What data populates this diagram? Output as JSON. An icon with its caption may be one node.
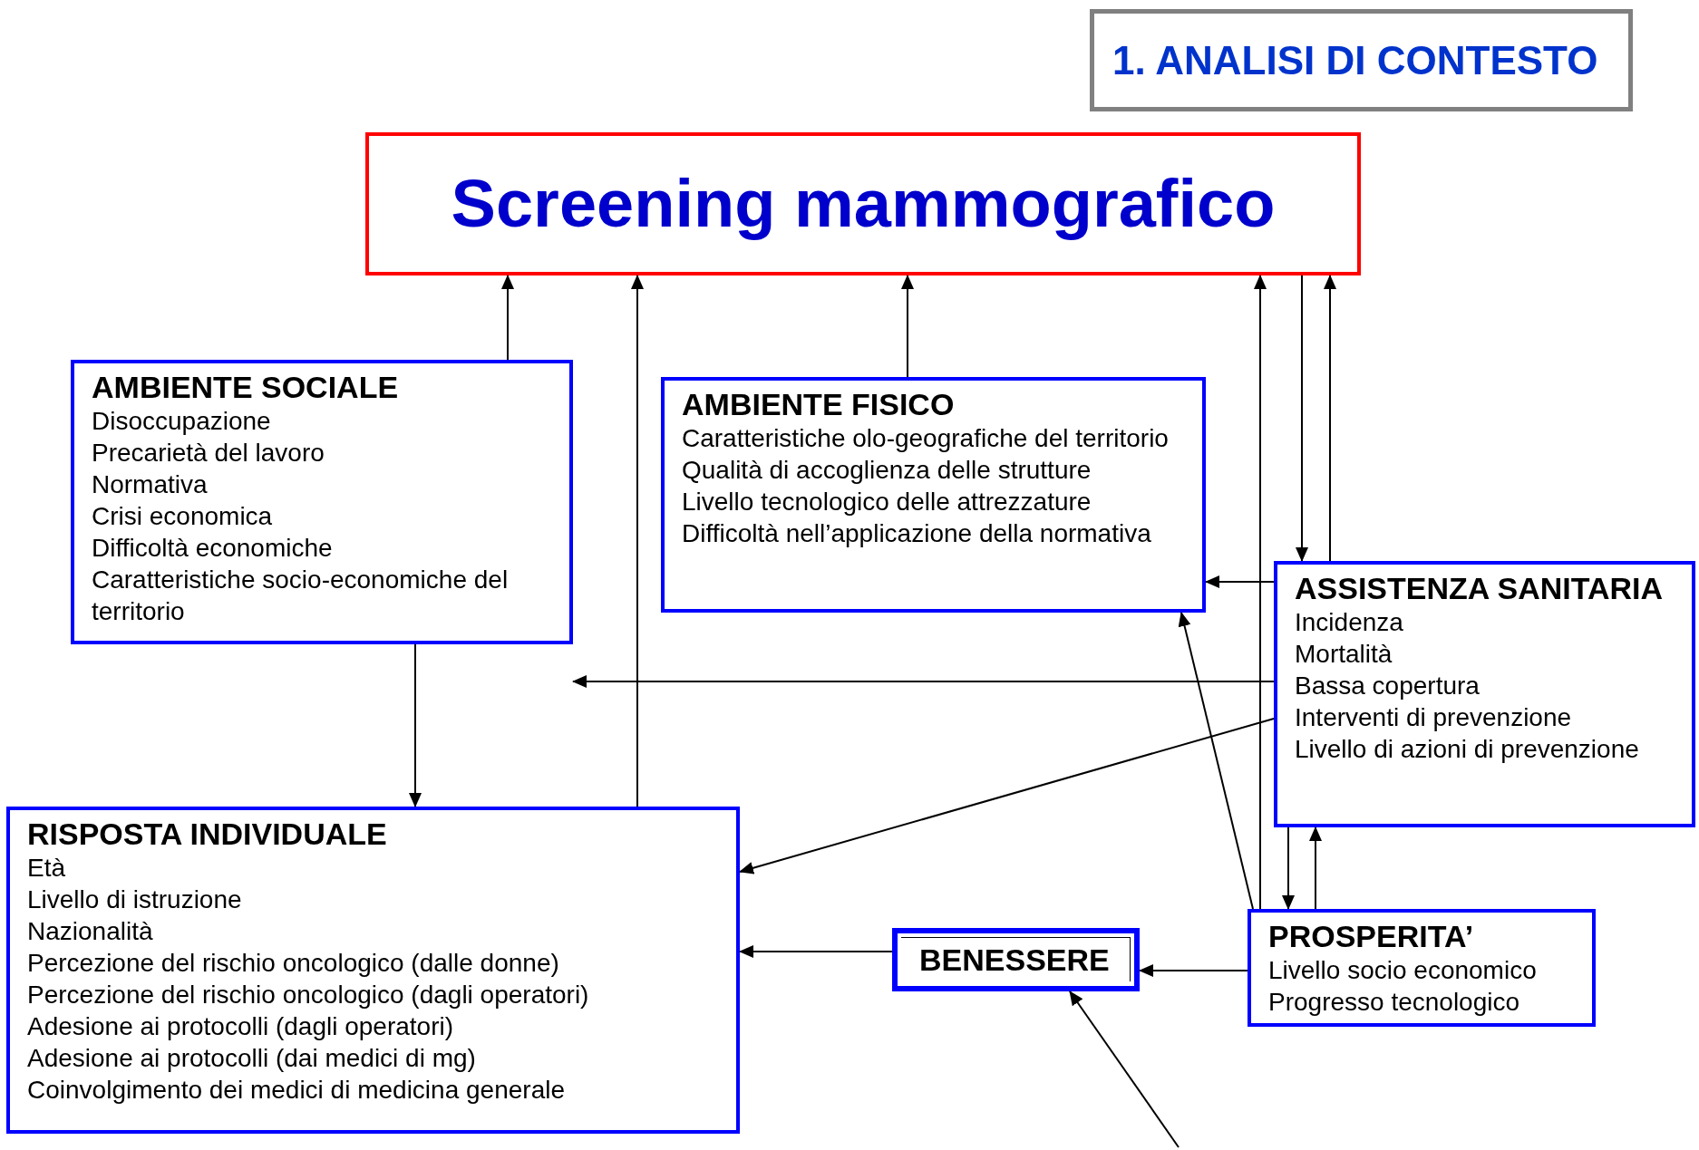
{
  "diagram": {
    "nodes": [
      {
        "text": [
          "1. ANALISI DI CONTESTO"
        ]
      },
      {
        "text": [
          "Screening mammografico"
        ]
      },
      {
        "text": [
          "AMBIENTE SOCIALE",
          "Disoccupazione",
          "Precarietà del lavoro",
          "Normativa",
          "Crisi economica",
          "Difficoltà economiche",
          "Caratteristiche socio-economiche del territorio"
        ]
      },
      {
        "text": [
          "AMBIENTE FISICO",
          "Caratteristiche olo-geografiche del territorio",
          "Qualità di accoglienza delle strutture",
          "Livello tecnologico delle attrezzature",
          "Difficoltà nell’applicazione della normativa"
        ]
      },
      {
        "text": [
          "ASSISTENZA SANITARIA",
          "Incidenza",
          "Mortalità",
          "Bassa copertura",
          "Interventi di prevenzione",
          "Livello di azioni di prevenzione"
        ]
      },
      {
        "text": [
          "RISPOSTA INDIVIDUALE",
          "Età",
          "Livello di istruzione",
          "Nazionalità",
          "Percezione del rischio oncologico (dalle donne)",
          "Percezione del rischio oncologico (dagli operatori)",
          "Adesione ai protocolli (dagli operatori)",
          "Adesione ai protocolli (dai medici di mg)",
          "Coinvolgimento dei medici di medicina generale"
        ]
      },
      {
        "text": [
          "BENESSERE"
        ]
      },
      {
        "text": [
          "PROSPERITA’",
          "Livello socio economico",
          "Progresso tecnologico"
        ]
      }
    ],
    "edges": [
      {
        "from": 2,
        "to": 1,
        "arrow": "to"
      },
      {
        "from": 5,
        "to": 1,
        "arrow": "to"
      },
      {
        "from": 3,
        "to": 1,
        "arrow": "to"
      },
      {
        "from": 7,
        "to": 1,
        "arrow": "to"
      },
      {
        "from": 1,
        "to": 4,
        "arrow": "to"
      },
      {
        "from": 4,
        "to": 1,
        "arrow": "to"
      },
      {
        "from": 4,
        "to": 3,
        "arrow": "to"
      },
      {
        "from": 4,
        "to": 2,
        "arrow": "to"
      },
      {
        "from": 4,
        "to": 5,
        "arrow": "to"
      },
      {
        "from": 7,
        "to": 3,
        "arrow": "to"
      },
      {
        "from": 2,
        "to": 5,
        "arrow": "to"
      },
      {
        "from": 6,
        "to": 5,
        "arrow": "to"
      },
      {
        "from": 7,
        "to": 6,
        "arrow": "to"
      },
      {
        "from": 4,
        "to": 7,
        "arrow": "to"
      },
      {
        "from": 7,
        "to": 4,
        "arrow": "to"
      },
      {
        "from": null,
        "to": 6,
        "arrow": "to"
      }
    ]
  }
}
